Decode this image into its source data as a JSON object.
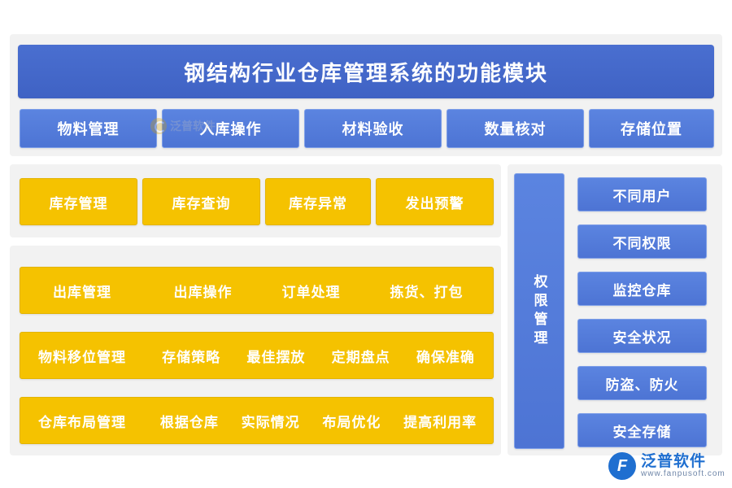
{
  "header": {
    "title": "钢结构行业仓库管理系统的功能模块"
  },
  "top_row": [
    {
      "label": "物料管理"
    },
    {
      "label": "入库操作"
    },
    {
      "label": "材料验收"
    },
    {
      "label": "数量核对"
    },
    {
      "label": "存储位置"
    }
  ],
  "inventory_row": [
    {
      "label": "库存管理"
    },
    {
      "label": "库存查询"
    },
    {
      "label": "库存异常"
    },
    {
      "label": "发出预警"
    }
  ],
  "operations": [
    {
      "lead": "出库管理",
      "items": [
        "出库操作",
        "订单处理",
        "拣货、打包"
      ]
    },
    {
      "lead": "物料移位管理",
      "items": [
        "存储策略",
        "最佳摆放",
        "定期盘点",
        "确保准确"
      ]
    },
    {
      "lead": "仓库布局管理",
      "items": [
        "根据仓库",
        "实际情况",
        "布局优化",
        "提高利用率"
      ]
    }
  ],
  "permission": {
    "vertical_label": "权限管理",
    "items": [
      {
        "label": "不同用户"
      },
      {
        "label": "不同权限"
      },
      {
        "label": "监控仓库"
      },
      {
        "label": "安全状况"
      },
      {
        "label": "防盗、防火"
      },
      {
        "label": "安全存储"
      }
    ]
  },
  "watermarks": {
    "center_text": "泛普软件",
    "logo_cn": "泛普软件",
    "logo_en": "www.fanpusoft.com"
  },
  "colors": {
    "blue": "#4d74d4",
    "blue_light": "#5b84e0",
    "yellow": "#f5c200",
    "panel": "#f2f2f2",
    "title_blue": "#3f62c4"
  }
}
